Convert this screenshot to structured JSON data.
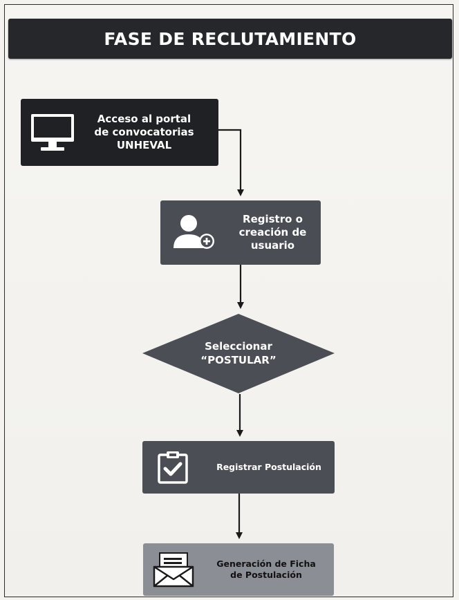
{
  "title": "FASE DE RECLUTAMIENTO",
  "steps": {
    "access": {
      "lines": [
        "Acceso al portal",
        "de convocatorias",
        "UNHEVAL"
      ],
      "icon": "monitor-icon"
    },
    "register": {
      "lines": [
        "Registro o",
        "creación de",
        "usuario"
      ],
      "icon": "add-user-icon"
    },
    "decision": {
      "lines": [
        "Seleccionar",
        "“POSTULAR”"
      ]
    },
    "postulation": {
      "lines": [
        "Registrar Postulación"
      ],
      "icon": "clipboard-check-icon"
    },
    "ficha": {
      "lines": [
        "Generación de Ficha",
        "de Postulación"
      ],
      "icon": "envelope-icon"
    }
  },
  "colors": {
    "title_bg": "#25272b",
    "access_bg": "#1f2124",
    "register_bg": "#4a4d54",
    "decision_bg": "#4b4e55",
    "postulation_bg": "#4b4e55",
    "ficha_bg": "#8c8e96",
    "connector": "#1a1a1a"
  }
}
